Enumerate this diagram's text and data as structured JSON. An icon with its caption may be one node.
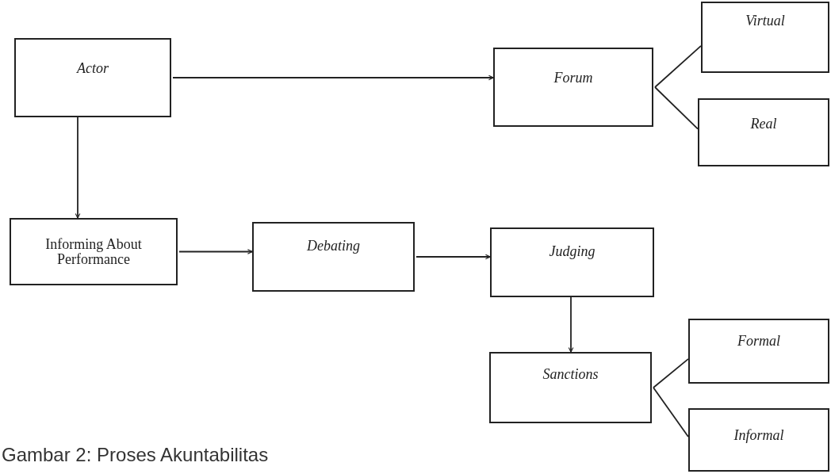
{
  "diagram": {
    "caption": "Gambar 2: Proses Akuntabilitas",
    "nodes": [
      {
        "text": [
          "Actor"
        ]
      },
      {
        "text": [
          "Forum"
        ]
      },
      {
        "text": [
          "Virtual"
        ]
      },
      {
        "text": [
          "Real"
        ]
      },
      {
        "text": [
          "Informing About Performance"
        ]
      },
      {
        "text": [
          "Debating"
        ]
      },
      {
        "text": [
          "Judging"
        ]
      },
      {
        "text": [
          "Sanctions"
        ]
      },
      {
        "text": [
          "Formal"
        ]
      },
      {
        "text": [
          "Informal"
        ]
      }
    ],
    "edges": [
      {
        "from": 0,
        "to": 1,
        "arrow": "to"
      },
      {
        "from": 0,
        "to": 4,
        "arrow": "to"
      },
      {
        "from": 4,
        "to": 5,
        "arrow": "to"
      },
      {
        "from": 5,
        "to": 6,
        "arrow": "to"
      },
      {
        "from": 6,
        "to": 7,
        "arrow": "to"
      },
      {
        "from": 1,
        "to": 2,
        "arrow": "none"
      },
      {
        "from": 1,
        "to": 3,
        "arrow": "none"
      },
      {
        "from": 7,
        "to": 8,
        "arrow": "none"
      },
      {
        "from": 7,
        "to": 9,
        "arrow": "none"
      }
    ]
  }
}
